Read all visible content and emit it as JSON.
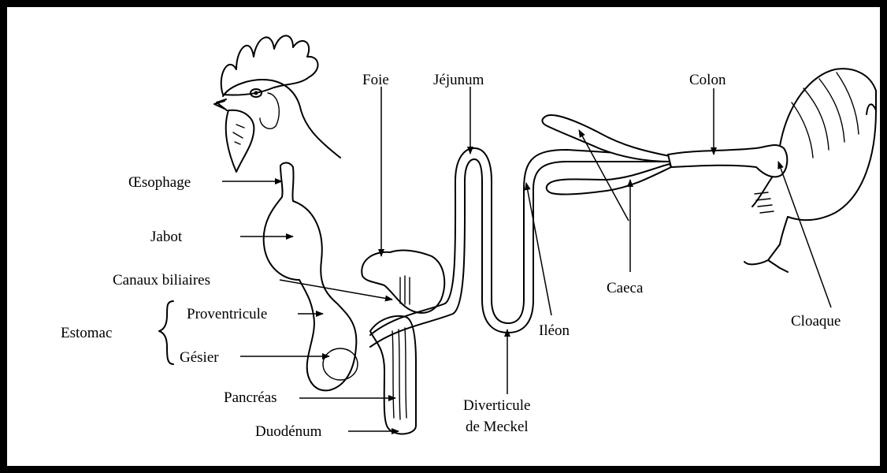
{
  "labels": {
    "oesophage": "Œsophage",
    "jabot": "Jabot",
    "canaux_biliaires": "Canaux biliaires",
    "estomac": "Estomac",
    "proventricule": "Proventricule",
    "gesier": "Gésier",
    "pancreas": "Pancréas",
    "duodenum": "Duodénum",
    "foie": "Foie",
    "jejunum": "Jéjunum",
    "diverticule_line1": "Diverticule",
    "diverticule_line2": "de Meckel",
    "ileon": "Iléon",
    "colon": "Colon",
    "caeca": "Caeca",
    "cloaque": "Cloaque"
  },
  "colors": {
    "ink": "#000000",
    "background": "#ffffff",
    "frame": "#000000"
  }
}
